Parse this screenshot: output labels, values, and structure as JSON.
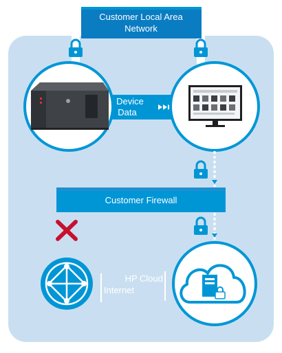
{
  "colors": {
    "panel": "#c9dff1",
    "accent": "#0096d6",
    "banner": "#0a7cc2",
    "white": "#ffffff",
    "arrow_cross": "#c8102e"
  },
  "network_banner": {
    "line1": "Customer Local Area",
    "line2": "Network"
  },
  "device_data": {
    "line1": "Device",
    "line2": "Data"
  },
  "firewall": {
    "label": "Customer Firewall"
  },
  "hp_cloud": {
    "label": "HP Cloud"
  },
  "internet": {
    "label": "Internet"
  },
  "icons": [
    "printer-image",
    "monitor-image",
    "lock-icon",
    "blocked-x-icon",
    "internet-globe-icon",
    "cloud-server-icon"
  ]
}
